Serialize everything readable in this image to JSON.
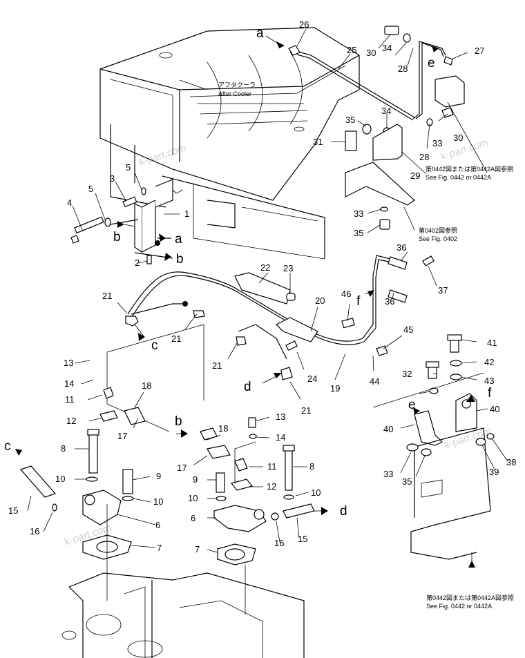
{
  "part_numbers": [
    "1",
    "2",
    "3",
    "4",
    "5",
    "5",
    "6",
    "6",
    "7",
    "7",
    "8",
    "8",
    "9",
    "9",
    "10",
    "10",
    "10",
    "10",
    "11",
    "11",
    "12",
    "12",
    "13",
    "13",
    "14",
    "14",
    "15",
    "15",
    "16",
    "16",
    "17",
    "17",
    "18",
    "18",
    "19",
    "20",
    "21",
    "21",
    "21",
    "21",
    "22",
    "23",
    "24",
    "25",
    "26",
    "27",
    "28",
    "28",
    "29",
    "30",
    "30",
    "31",
    "32",
    "33",
    "33",
    "33",
    "34",
    "34",
    "35",
    "35",
    "35",
    "36",
    "36",
    "37",
    "38",
    "39",
    "40",
    "40",
    "41",
    "42",
    "43",
    "44",
    "45",
    "46"
  ],
  "flow_letters": [
    "a",
    "a",
    "b",
    "b",
    "b",
    "c",
    "c",
    "d",
    "d",
    "e",
    "e",
    "f",
    "f"
  ],
  "after_cooler": {
    "jp": "アフタクーラ",
    "en": "After Cooler"
  },
  "notes": {
    "ref_0442_top": {
      "jp": "第0442図または第0442A図参照",
      "en": "See  Fig. 0442  or  0442A"
    },
    "ref_0402": {
      "jp": "第0402図参照",
      "en": "See  Fig. 0402"
    },
    "ref_0442_bottom": {
      "jp": "第0442図または第0442A図参照",
      "en": "See  Fig. 0442  or  0442A"
    }
  },
  "watermark": "k-part.com",
  "colors": {
    "line": "#000000",
    "watermark": "#d0d0d0",
    "background": "#ffffff"
  }
}
